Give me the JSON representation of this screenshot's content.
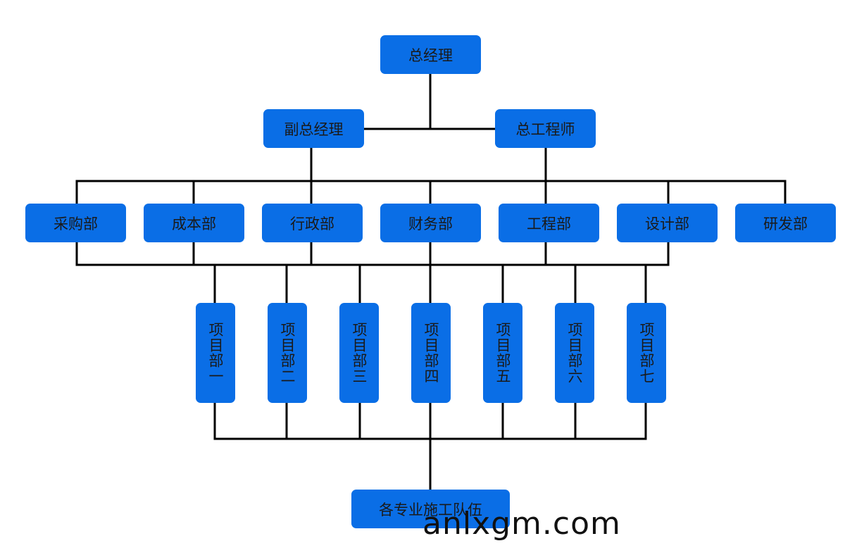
{
  "org_chart": {
    "top": {
      "label": "总经理"
    },
    "second": [
      {
        "label": "副总经理"
      },
      {
        "label": "总工程师"
      }
    ],
    "departments": [
      {
        "label": "采购部"
      },
      {
        "label": "成本部"
      },
      {
        "label": "行政部"
      },
      {
        "label": "财务部"
      },
      {
        "label": "工程部"
      },
      {
        "label": "设计部"
      },
      {
        "label": "研发部"
      }
    ],
    "projects": [
      {
        "label": "项目部一"
      },
      {
        "label": "项目部二"
      },
      {
        "label": "项目部三"
      },
      {
        "label": "项目部四"
      },
      {
        "label": "项目部五"
      },
      {
        "label": "项目部六"
      },
      {
        "label": "项目部七"
      }
    ],
    "bottom": {
      "label": "各专业施工队伍"
    }
  },
  "watermark": "anlxgm.com",
  "colors": {
    "node_fill": "#0a6ee6",
    "node_text": "#1a1a1a",
    "connector": "#000000"
  }
}
